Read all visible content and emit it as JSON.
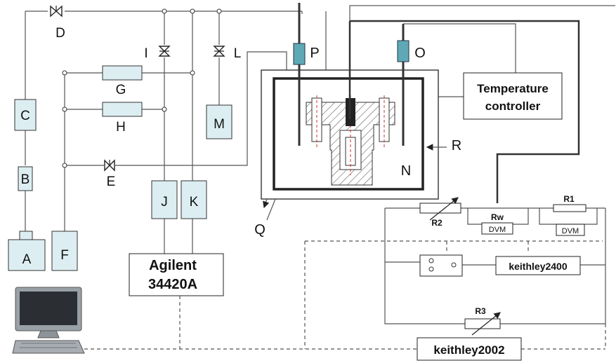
{
  "labels": {
    "A": "A",
    "B": "B",
    "C": "C",
    "D": "D",
    "E": "E",
    "F": "F",
    "G": "G",
    "H": "H",
    "I": "I",
    "J": "J",
    "K": "K",
    "L": "L",
    "M": "M",
    "N": "N",
    "O": "O",
    "P": "P",
    "Q": "Q",
    "R": "R"
  },
  "temperature_controller": {
    "line1": "Temperature",
    "line2": "controller"
  },
  "agilent": {
    "line1": "Agilent",
    "line2": "34420A"
  },
  "keithley2400": "keithley2400",
  "keithley2002": "keithley2002",
  "resistors": {
    "R1": "R1",
    "R2": "R2",
    "R3": "R3",
    "Rw": "Rw"
  },
  "dvm": "DVM"
}
